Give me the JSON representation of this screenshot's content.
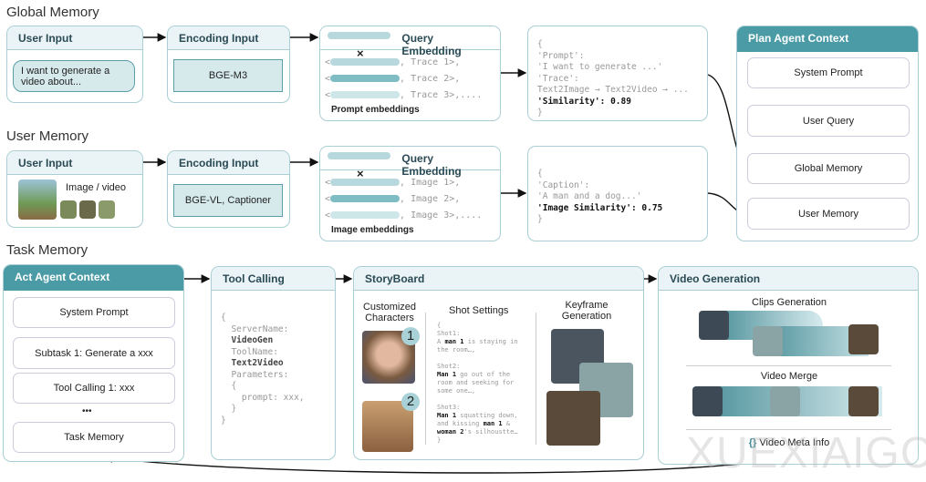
{
  "sections": {
    "global": "Global Memory",
    "user": "User Memory",
    "task": "Task Memory"
  },
  "global": {
    "user_input": {
      "title": "User Input",
      "text": "I want to generate a video about..."
    },
    "encoding": {
      "title": "Encoding Input",
      "model": "BGE-M3"
    },
    "query": {
      "title": "Query Embedding",
      "cross": "×",
      "rows": [
        ", Trace 1>,",
        ", Trace 2>,",
        ", Trace 3>,...."
      ],
      "caption": "Prompt embeddings"
    },
    "result": {
      "l1": "{",
      "l2": "'Prompt':",
      "l3": "'I want to generate ...'",
      "l4": "'Trace':",
      "l5": "Text2Image → Text2Video → ...",
      "l6": "'Similarity': 0.89",
      "l7": "}"
    }
  },
  "user": {
    "user_input": {
      "title": "User Input",
      "text": "Image / video"
    },
    "encoding": {
      "title": "Encoding Input",
      "model": "BGE-VL, Captioner"
    },
    "query": {
      "title": "Query Embedding",
      "cross": "×",
      "rows": [
        ", Image 1>,",
        ", Image 2>,",
        ", Image 3>,...."
      ],
      "caption": "Image embeddings"
    },
    "result": {
      "l1": "{",
      "l2": "'Caption':",
      "l3": "'A man and a dog...'",
      "l4": "'Image Similarity': 0.75",
      "l5": "}"
    }
  },
  "plan": {
    "title": "Plan Agent Context",
    "items": [
      "System Prompt",
      "User Query",
      "Global Memory",
      "User Memory"
    ]
  },
  "act": {
    "title": "Act Agent Context",
    "items": [
      "System Prompt",
      "Subtask 1: Generate a xxx",
      "Tool Calling 1: xxx",
      "Task Memory"
    ],
    "ellipsis": "•••"
  },
  "tool": {
    "title": "Tool Calling",
    "l1": "{",
    "l2": "  ServerName:",
    "l3": "  VideoGen",
    "l4": "  ToolName:",
    "l5": "  Text2Video",
    "l6": "  Parameters:",
    "l7": "  {",
    "l8": "    prompt: xxx,",
    "l9": "  }",
    "l10": "}"
  },
  "story": {
    "title": "StoryBoard",
    "chars_title": "Customized Characters",
    "badges": [
      "1",
      "2"
    ],
    "shots_title": "Shot Settings",
    "key_title": "Keyframe Generation",
    "shots": {
      "open": "{",
      "s1": "Shot1:",
      "s1a": "A ",
      "s1b": "man 1",
      "s1c": " is staying in\nthe room…,",
      "s2": "Shot2:",
      "s2b": "Man 1",
      "s2c": " go out of the\nroom and seeking for\nsome one…,",
      "s3": "Shot3:",
      "s3b": "Man 1",
      "s3c": " squatting down,\nand kissing ",
      "s3d": "man 1",
      "s3e": " &\n",
      "s3f": "woman 2",
      "s3g": "'s silhoustte…",
      "close": "}"
    }
  },
  "video": {
    "title": "Video Generation",
    "clips": "Clips Generation",
    "merge": "Video Merge",
    "meta_icon": "{}",
    "meta": "Video Meta Info"
  },
  "watermark": "XUEXIAIGC"
}
